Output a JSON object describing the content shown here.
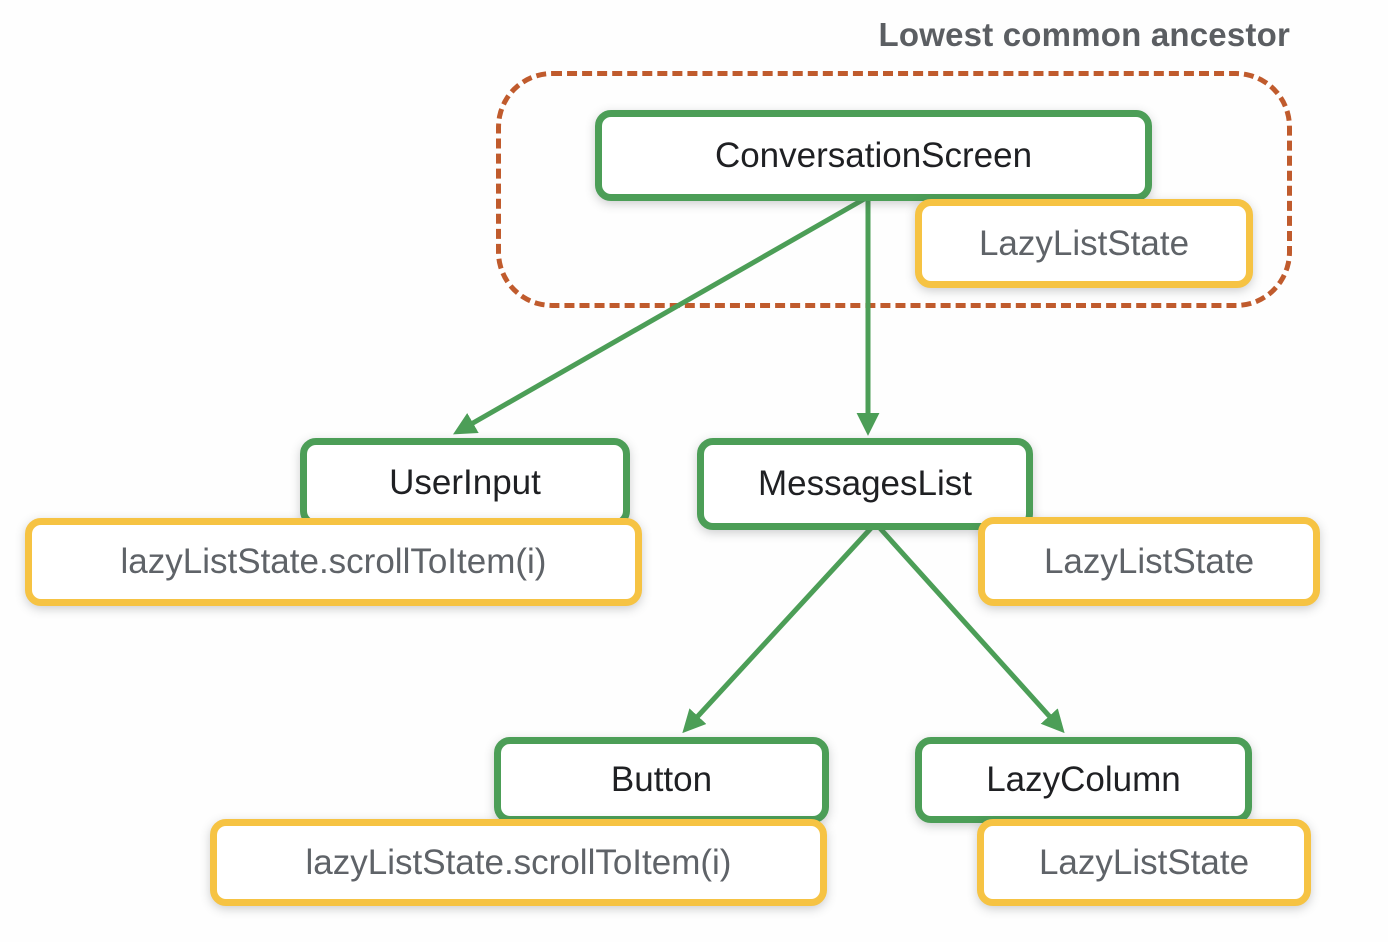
{
  "title": "Lowest common ancestor",
  "colors": {
    "node_border_green": "#4c9e57",
    "state_border_yellow": "#f6c343",
    "lca_dashed_orange": "#c05b2d",
    "node_text": "#1f2023",
    "state_text": "#5f6368",
    "title_text": "#5b5e62",
    "background": "#fefefe"
  },
  "nodes": [
    {
      "id": "conversation-screen",
      "label": "ConversationScreen"
    },
    {
      "id": "user-input",
      "label": "UserInput"
    },
    {
      "id": "messages-list",
      "label": "MessagesList"
    },
    {
      "id": "button",
      "label": "Button"
    },
    {
      "id": "lazy-column",
      "label": "LazyColumn"
    }
  ],
  "states": [
    {
      "id": "state-conversation-screen",
      "attached_to": "conversation-screen",
      "label": "LazyListState"
    },
    {
      "id": "state-user-input",
      "attached_to": "user-input",
      "label": "lazyListState.scrollToItem(i)"
    },
    {
      "id": "state-messages-list",
      "attached_to": "messages-list",
      "label": "LazyListState"
    },
    {
      "id": "state-button",
      "attached_to": "button",
      "label": "lazyListState.scrollToItem(i)"
    },
    {
      "id": "state-lazy-column",
      "attached_to": "lazy-column",
      "label": "LazyListState"
    }
  ],
  "edges": [
    {
      "from": "conversation-screen",
      "to": "user-input"
    },
    {
      "from": "conversation-screen",
      "to": "messages-list"
    },
    {
      "from": "messages-list",
      "to": "button"
    },
    {
      "from": "messages-list",
      "to": "lazy-column"
    }
  ],
  "lca_region_contains": [
    "conversation-screen",
    "state-conversation-screen"
  ]
}
